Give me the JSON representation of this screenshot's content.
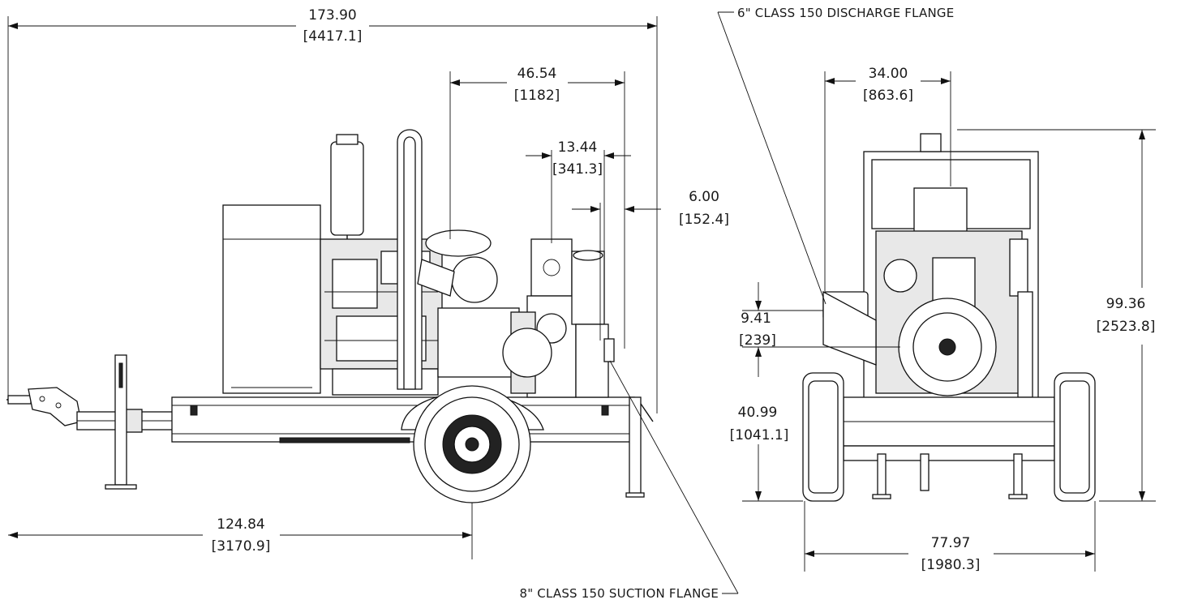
{
  "labels": {
    "discharge_flange": "6\" CLASS 150 DISCHARGE FLANGE",
    "suction_flange": "8\" CLASS 150 SUCTION FLANGE"
  },
  "dimensions": {
    "overall_length": {
      "in": "173.90",
      "mm": "[4417.1]"
    },
    "pump_offset": {
      "in": "46.54",
      "mm": "[1182]"
    },
    "discharge_width": {
      "in": "13.44",
      "mm": "[341.3]"
    },
    "rear_offset": {
      "in": "6.00",
      "mm": "[152.4]"
    },
    "axle_position": {
      "in": "124.84",
      "mm": "[3170.9]"
    },
    "front_discharge_offset": {
      "in": "34.00",
      "mm": "[863.6]"
    },
    "flange_spacing": {
      "in": "9.41",
      "mm": "[239]"
    },
    "suction_height": {
      "in": "40.99",
      "mm": "[1041.1]"
    },
    "overall_height": {
      "in": "99.36",
      "mm": "[2523.8]"
    },
    "overall_width": {
      "in": "77.97",
      "mm": "[1980.3]"
    }
  },
  "colors": {
    "line": "#111111",
    "text": "#1a1a1a"
  }
}
